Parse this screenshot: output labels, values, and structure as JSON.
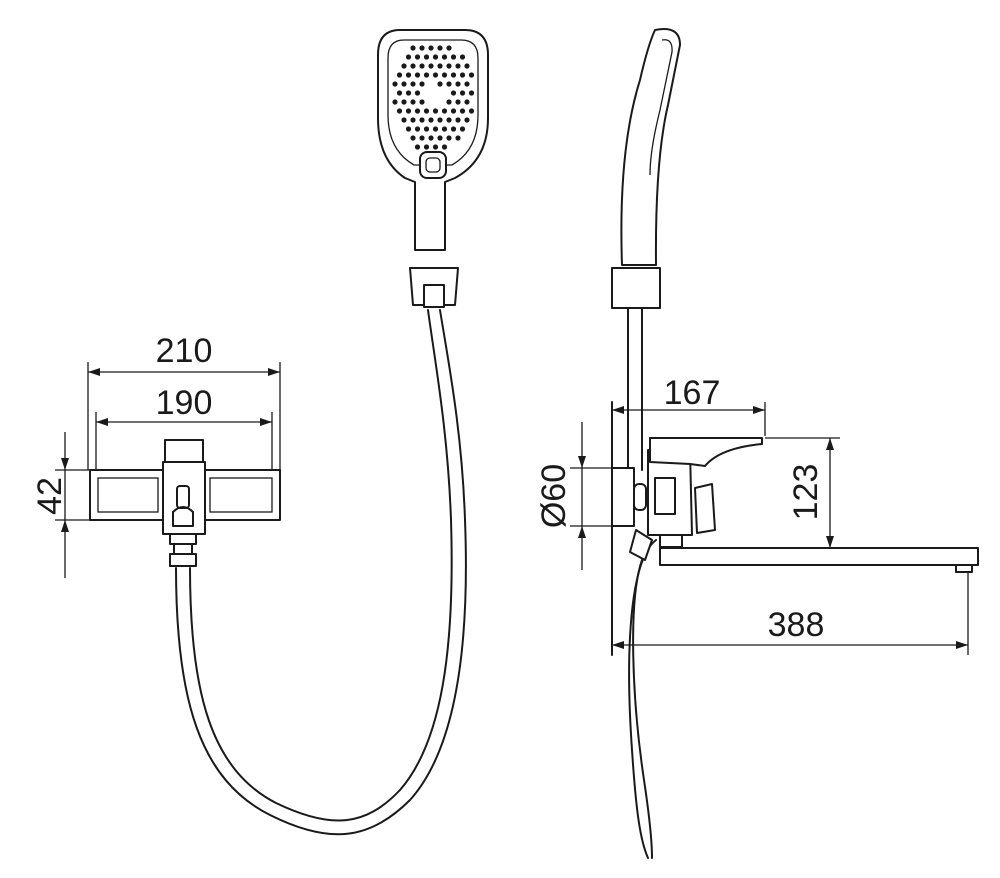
{
  "dimensions": {
    "width_overall": "210",
    "width_inner": "190",
    "body_height": "42",
    "spout_height": "123",
    "wall_diameter": "Ø60",
    "handle_depth": "167",
    "spout_length": "388"
  }
}
